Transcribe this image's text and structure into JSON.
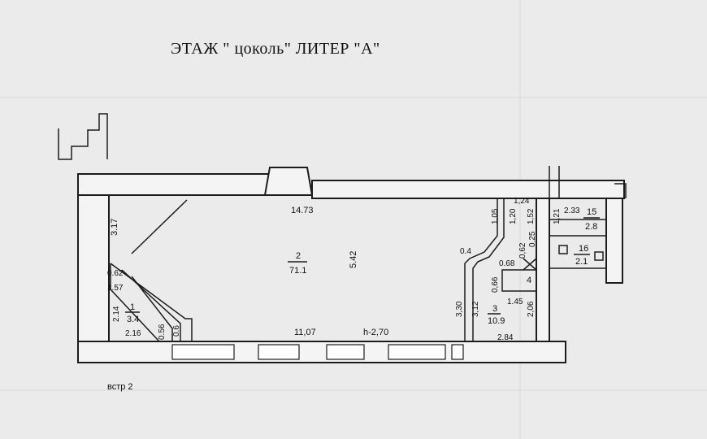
{
  "title": "ЭТАЖ \" цоколь\"  ЛИТЕР \"А\"",
  "note": "встр 2",
  "room2": {
    "number": "2",
    "area": "71.1"
  },
  "room1": {
    "number": "1",
    "area": "3.4"
  },
  "room3": {
    "number": "3",
    "area": "10.9"
  },
  "room4": {
    "number": "4"
  },
  "room15": {
    "number": "15",
    "area": "2.8"
  },
  "room16": {
    "number": "16",
    "area": "2.1"
  },
  "height": "h-2,70",
  "dims": {
    "d14_73": "14.73",
    "d5_42": "5.42",
    "d11_07": "11,07",
    "d3_17": "3.17",
    "d0_62a": "0.62",
    "d1_57": "1.57",
    "d2_14": "2.14",
    "d2_16": "2.16",
    "d0_56": "0.56",
    "d0_6": "0.6",
    "d1_05": "1,05",
    "d1_20": "1,20",
    "d1_24": "1,24",
    "d1_52": "1,52",
    "d0_4": "0.4",
    "d0_62b": "0,62",
    "d0_25": "0.25",
    "d0_68": "0.68",
    "d0_66": "0,66",
    "d3_30": "3,30",
    "d3_12": "3,12",
    "d1_45": "1.45",
    "d2_06": "2,06",
    "d2_84": "2.84",
    "d2_33": "2.33",
    "d1_21": "1,21"
  }
}
